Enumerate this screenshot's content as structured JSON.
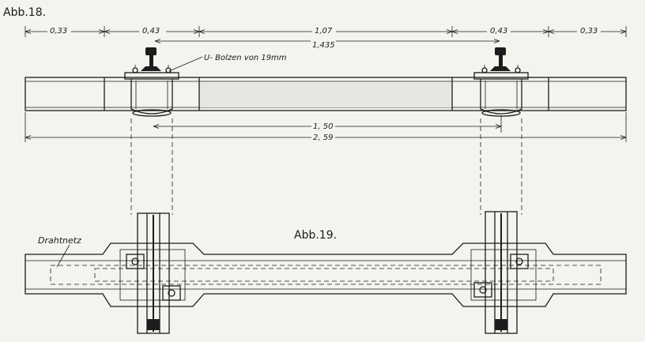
{
  "figures": {
    "fig18": "Abb.18.",
    "fig19": "Abb.19."
  },
  "dimensions": {
    "end_left": "0,33",
    "plate_left": "0,43",
    "middle": "1,07",
    "plate_right": "0,43",
    "end_right": "0,33",
    "gauge": "1,435",
    "bolt_span": "1, 50",
    "total_length": "2, 59"
  },
  "annotations": {
    "bolt_note": "U- Bolzen von 19mm",
    "wire_mesh": "Drahtnetz"
  }
}
